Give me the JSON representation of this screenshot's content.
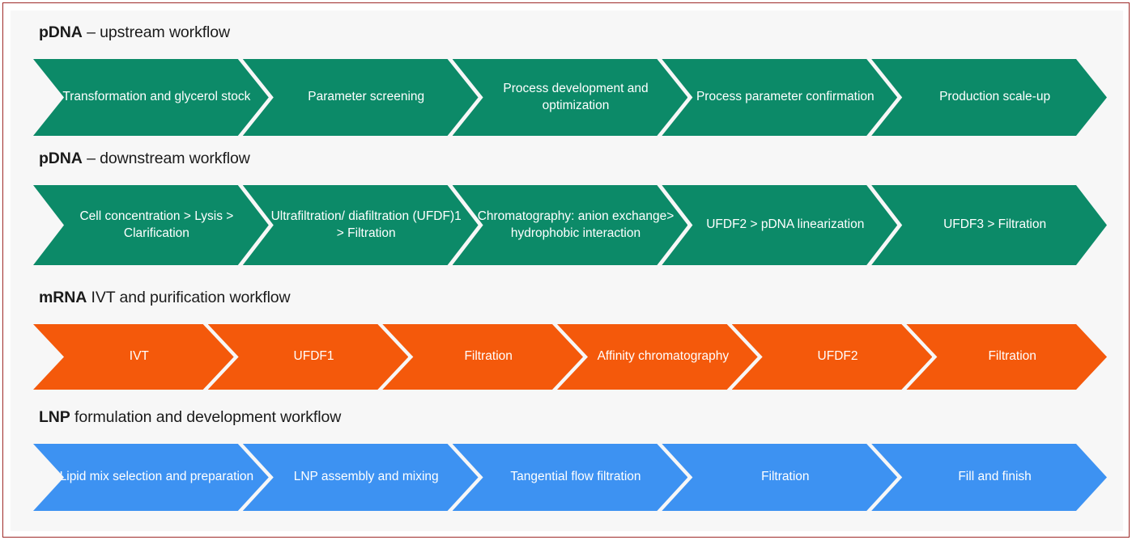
{
  "figure": {
    "background_color": "#f7f7f7",
    "frame_color": "#9e2a28"
  },
  "rows": [
    {
      "id": "upstream",
      "title_emphasis": "pDNA",
      "title_rest": " – upstream workflow",
      "color": "#0c8a68",
      "color_name": "teal",
      "steps": [
        "Transformation and glycerol stock",
        "Parameter screening",
        "Process development and optimization",
        "Process parameter confirmation",
        "Production scale-up"
      ]
    },
    {
      "id": "downstream",
      "title_emphasis": "pDNA",
      "title_rest": " – downstream workflow",
      "color": "#0c8a68",
      "color_name": "teal",
      "steps": [
        "Cell concentration > Lysis > Clarification",
        "Ultrafiltration/ diafiltration (UFDF)1 > Filtration",
        "Chromatography: anion exchange> hydrophobic interaction",
        "UFDF2 > pDNA linearization",
        "UFDF3 > Filtration"
      ]
    },
    {
      "id": "mrna",
      "title_emphasis": "mRNA",
      "title_rest": " IVT and purification workflow",
      "color": "#f4590b",
      "color_name": "orange",
      "steps": [
        "IVT",
        "UFDF1",
        "Filtration",
        "Affinity chromatography",
        "UFDF2",
        "Filtration"
      ]
    },
    {
      "id": "lnp",
      "title_emphasis": "LNP",
      "title_rest": " formulation and development workflow",
      "color": "#3d92f2",
      "color_name": "blue",
      "steps": [
        "Lipid mix selection and preparation",
        "LNP assembly and mixing",
        "Tangential flow filtration",
        "Filtration",
        "Fill and finish"
      ]
    }
  ]
}
